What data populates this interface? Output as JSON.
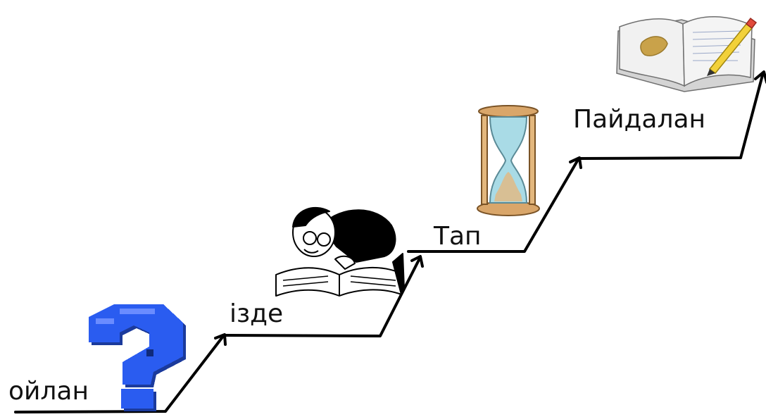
{
  "steps": [
    {
      "label": "ойлан"
    },
    {
      "label": "ізде"
    },
    {
      "label": "Тап"
    },
    {
      "label": "Пайдалан"
    }
  ],
  "icons": {
    "step1": "question-mark-icon",
    "step2": "reader-with-book-icon",
    "step3": "hourglass-icon",
    "step4": "open-book-with-pen-icon"
  },
  "colors": {
    "line": "#000000",
    "question": "#1f4bd6",
    "hourglass_frame": "#d9a66a",
    "hourglass_glass": "#a9dbe6",
    "book_page": "#ececec"
  }
}
